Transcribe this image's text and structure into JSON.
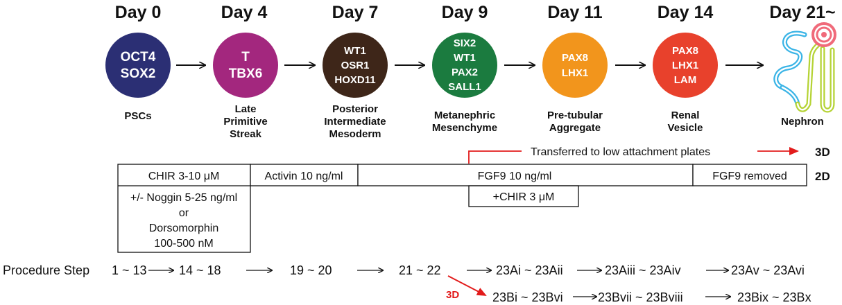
{
  "colors": {
    "day0": "#2b2f74",
    "day4": "#a3277e",
    "day7": "#3e2619",
    "day9": "#1b7b3f",
    "day11": "#f2951c",
    "day14": "#e8412c",
    "red": "#e21b1b"
  },
  "stages": [
    {
      "day": "Day 0",
      "markers": [
        "OCT4",
        "SOX2"
      ],
      "label": [
        "PSCs"
      ]
    },
    {
      "day": "Day 4",
      "markers": [
        "T",
        "TBX6"
      ],
      "label": [
        "Late",
        "Primitive",
        "Streak"
      ]
    },
    {
      "day": "Day 7",
      "markers": [
        "WT1",
        "OSR1",
        "HOXD11"
      ],
      "label": [
        "Posterior",
        "Intermediate",
        "Mesoderm"
      ]
    },
    {
      "day": "Day 9",
      "markers": [
        "SIX2",
        "WT1",
        "PAX2",
        "SALL1"
      ],
      "label": [
        "Metanephric",
        "Mesenchyme"
      ]
    },
    {
      "day": "Day 11",
      "markers": [
        "PAX8",
        "LHX1"
      ],
      "label": [
        "Pre-tubular",
        "Aggregate"
      ]
    },
    {
      "day": "Day 14",
      "markers": [
        "PAX8",
        "LHX1",
        "LAM"
      ],
      "label": [
        "Renal",
        "Vesicle"
      ]
    },
    {
      "day": "Day 21~",
      "markers": [],
      "label": [
        "Nephron"
      ]
    }
  ],
  "nephron_icon": "nephron-illustration",
  "conditions": {
    "transfer": "Transferred to low attachment plates",
    "label_3d": "3D",
    "label_2d": "2D",
    "chir": "CHIR 3-10 μM",
    "noggin": [
      "+/- Noggin 5-25 ng/ml",
      "or",
      "Dorsomorphin",
      "100-500 nM"
    ],
    "activin": "Activin 10 ng/ml",
    "fgf9": "FGF9 10 ng/ml",
    "fgf9_removed": "FGF9 removed",
    "chir_plus": "+CHIR 3 μM"
  },
  "procedure": {
    "prefix": "Procedure Step",
    "shared": [
      "1 ~ 13",
      "14 ~ 18",
      "19 ~ 20",
      "21 ~ 22"
    ],
    "branch_2d": [
      "23Ai ~ 23Aii",
      "23Aiii ~ 23Aiv",
      "23Av ~ 23Avi"
    ],
    "label_3d": "3D",
    "branch_3d": [
      "23Bi ~ 23Bvi",
      "23Bvii ~ 23Bviii",
      "23Bix ~ 23Bx"
    ]
  }
}
